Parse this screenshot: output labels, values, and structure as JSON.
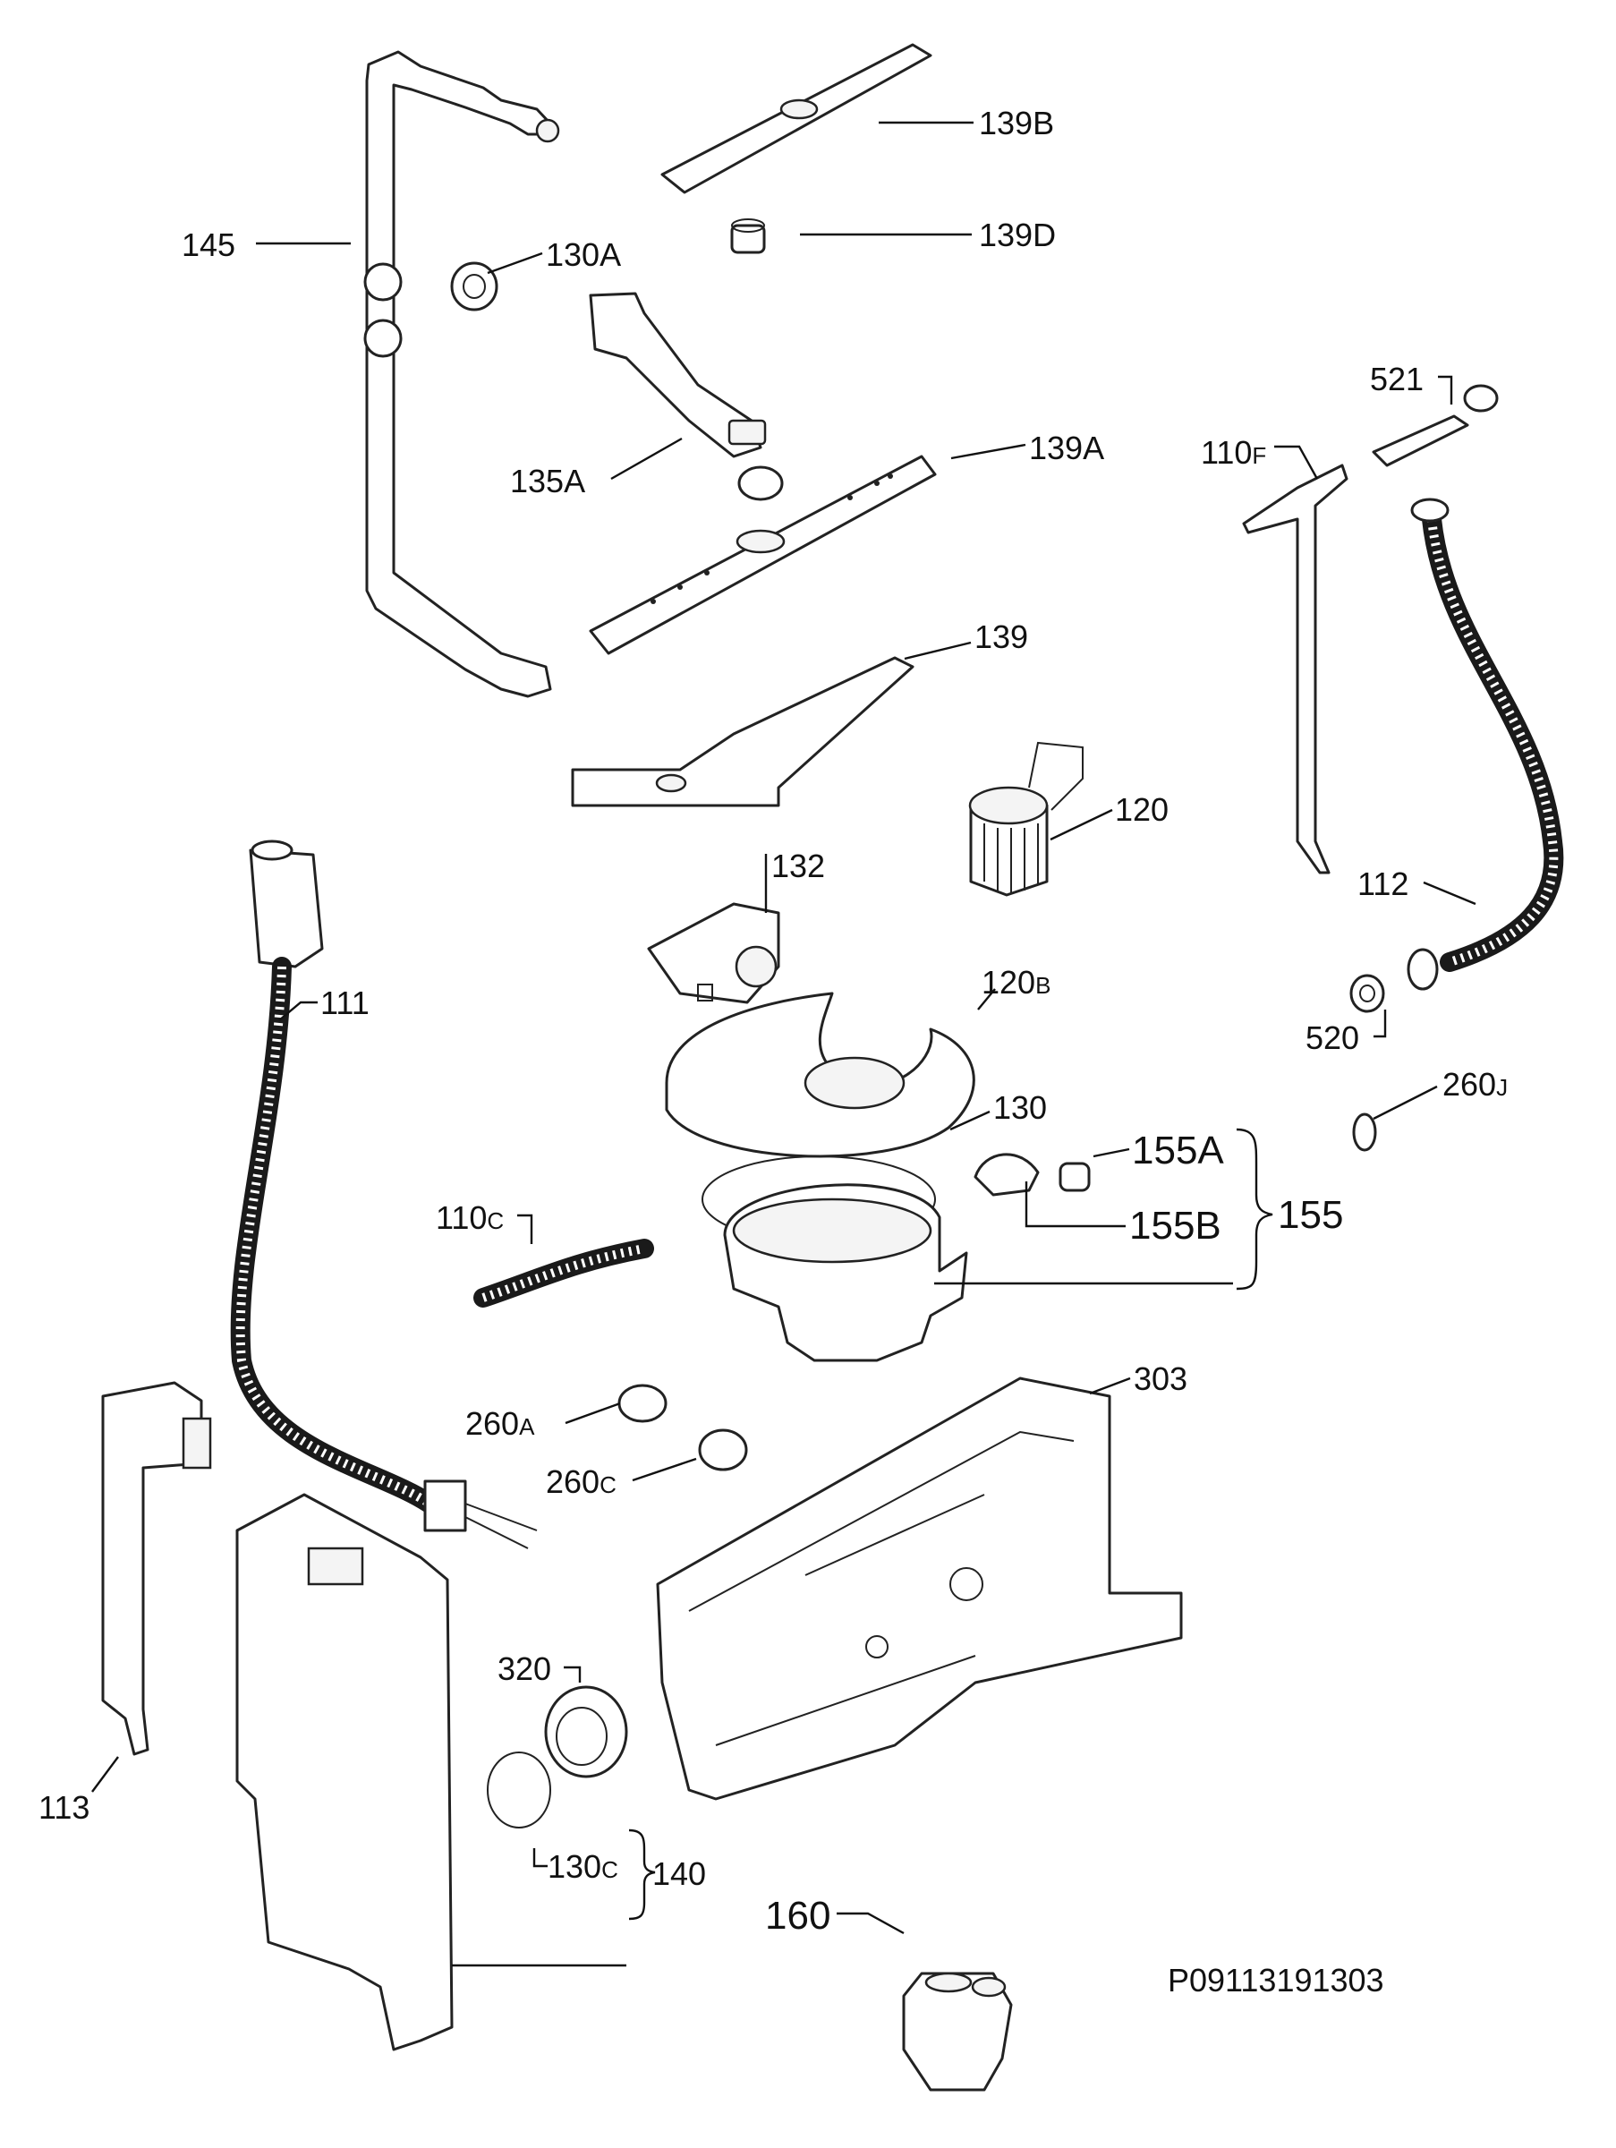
{
  "callouts": {
    "c145": "145",
    "c130A": "130A",
    "c139B": "139B",
    "c139D": "139D",
    "c135A": "135A",
    "c139A": "139A",
    "c521": "521",
    "c110F": {
      "main": "110",
      "sub": "F"
    },
    "c139": "139",
    "c120": "120",
    "c112": "112",
    "c132": "132",
    "c111": "111",
    "c120B": {
      "main": "120",
      "sub": "B"
    },
    "c520": "520",
    "c260J": {
      "main": "260",
      "sub": "J"
    },
    "c130": "130",
    "c155A": "155A",
    "c155": "155",
    "c155B": "155B",
    "c110C": {
      "main": "110",
      "sub": "C"
    },
    "c303": "303",
    "c260A": {
      "main": "260",
      "sub": "A"
    },
    "c260C": {
      "main": "260",
      "sub": "C"
    },
    "c320": "320",
    "c113": "113",
    "c130C": {
      "main": "130",
      "sub": "C"
    },
    "c140": "140",
    "c160": "160"
  },
  "diagram_code": "P09113191303"
}
